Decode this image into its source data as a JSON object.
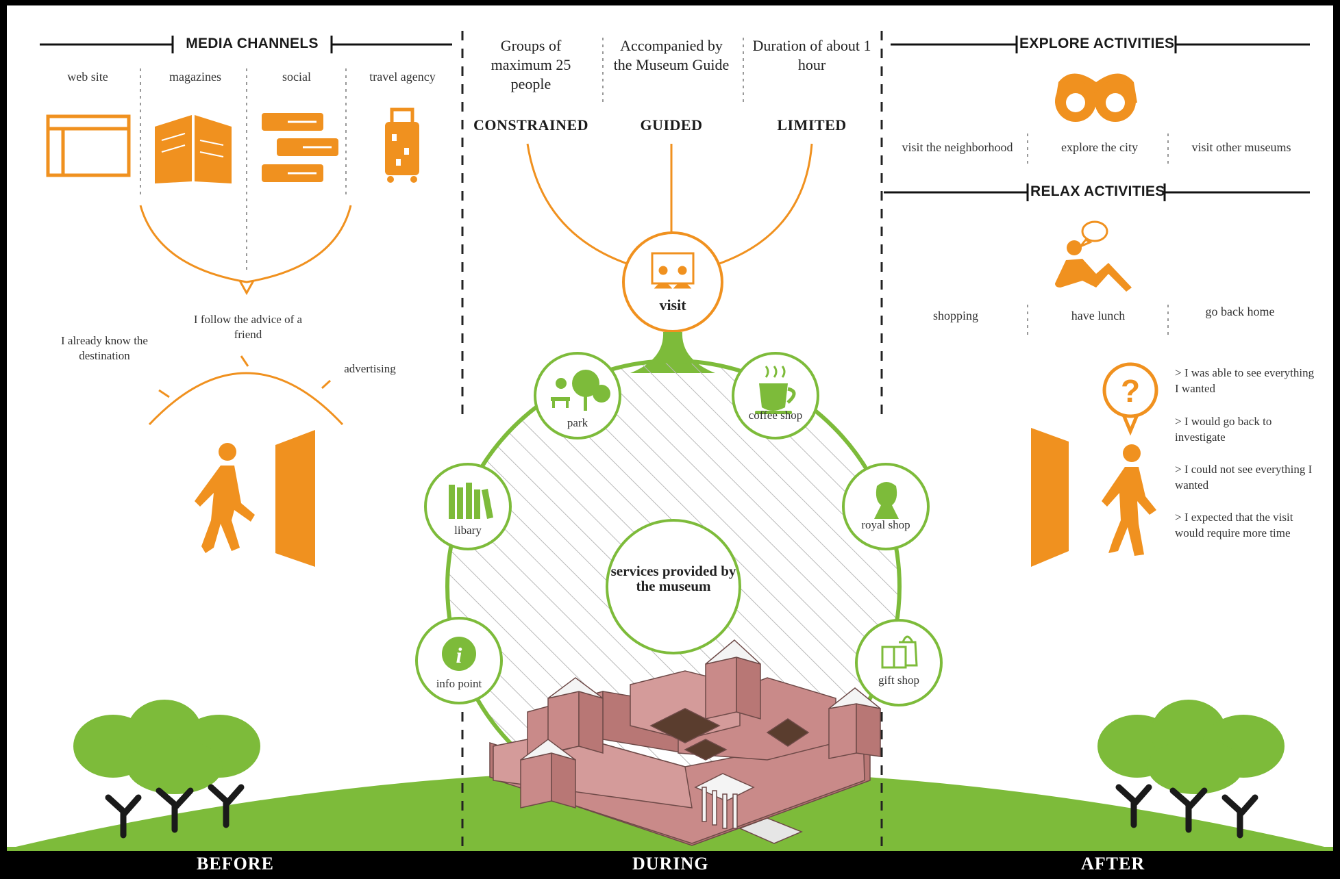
{
  "before": {
    "media_channels_title": "MEDIA CHANNELS",
    "channels": [
      {
        "label": "web site",
        "icon": "browser-window-icon"
      },
      {
        "label": "magazines",
        "icon": "open-magazine-icon"
      },
      {
        "label": "social",
        "icon": "chat-cards-icon"
      },
      {
        "label": "travel agency",
        "icon": "suitcase-icon"
      }
    ],
    "motivations": {
      "left": "I already know the destination",
      "middle": "I follow the advice of a friend",
      "right": "advertising"
    }
  },
  "during": {
    "traits": [
      {
        "keyword": "CONSTRAINED",
        "description": "Groups of maximum 25 people"
      },
      {
        "keyword": "GUIDED",
        "description": "Accompanied by the Museum Guide"
      },
      {
        "keyword": "LIMITED",
        "description": "Duration of about 1 hour"
      }
    ],
    "visit_label": "visit",
    "center_label": "services provided by the museum",
    "services": [
      {
        "label": "park",
        "icon": "tree-bench-icon"
      },
      {
        "label": "coffee shop",
        "icon": "coffee-cup-icon"
      },
      {
        "label": "libary",
        "icon": "books-icon"
      },
      {
        "label": "royal shop",
        "icon": "crown-bust-icon"
      },
      {
        "label": "info point",
        "icon": "info-icon"
      },
      {
        "label": "gift shop",
        "icon": "gift-bag-icon"
      }
    ]
  },
  "after": {
    "explore_title": "EXPLORE ACTIVITIES",
    "explore": [
      "visit the neighborhood",
      "explore the city",
      "visit other museums"
    ],
    "relax_title": "RELAX ACTIVITIES",
    "relax": [
      "shopping",
      "have lunch",
      "go back home"
    ],
    "feedback": [
      "> I was able to see everything I wanted",
      "> I would go back to investigate",
      "> I could not see everything I wanted",
      "> I expected that the visit would require more time"
    ]
  },
  "phases": [
    "BEFORE",
    "DURING",
    "AFTER"
  ],
  "colors": {
    "orange": "#f0911f",
    "green": "#7dbb3a",
    "building": "#c98a89",
    "dark": "#1a1a1a"
  }
}
